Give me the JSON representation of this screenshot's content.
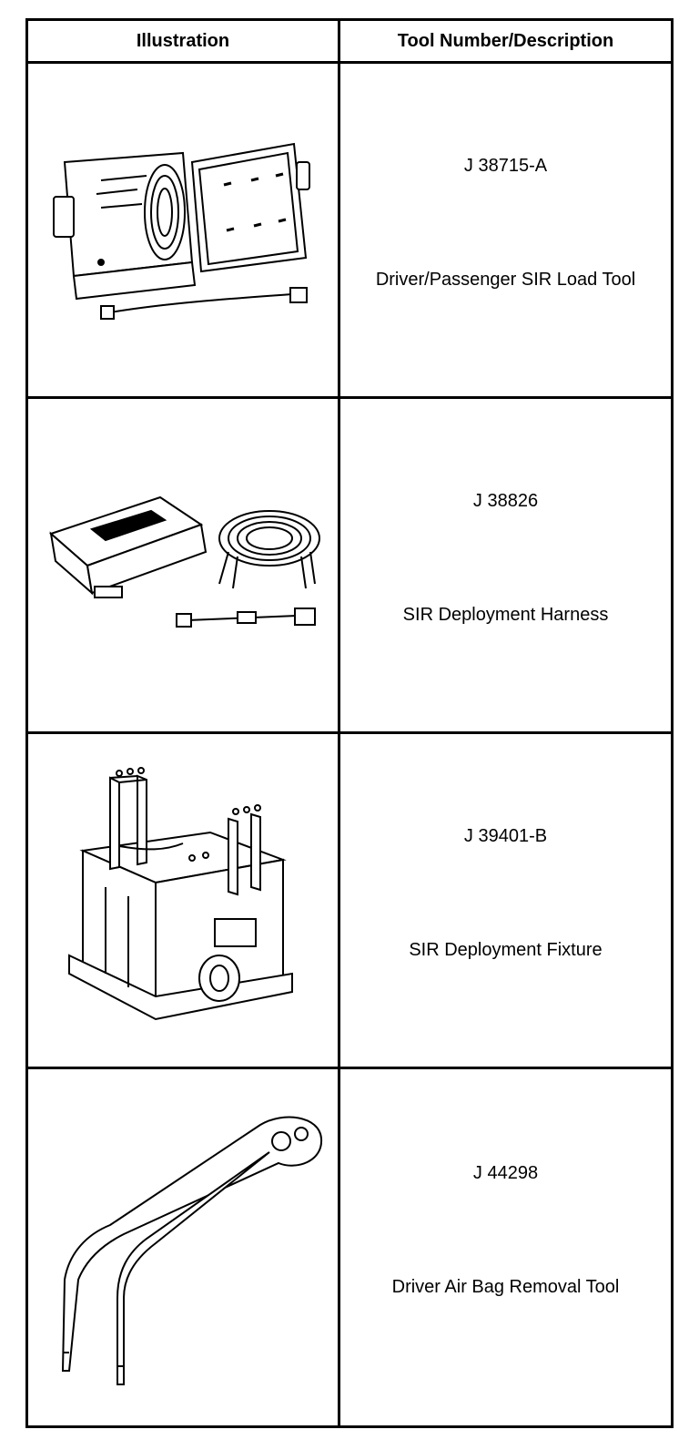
{
  "table": {
    "headers": {
      "illustration": "Illustration",
      "tool": "Tool Number/Description"
    },
    "rows": [
      {
        "number": "J 38715-A",
        "description": "Driver/Passenger SIR Load Tool",
        "icon": "sir-load-tool-case-icon"
      },
      {
        "number": "J 38826",
        "description": "SIR Deployment Harness",
        "icon": "deployment-harness-case-icon"
      },
      {
        "number": "J 39401-B",
        "description": "SIR Deployment Fixture",
        "icon": "deployment-fixture-icon"
      },
      {
        "number": "J 44298",
        "description": "Driver Air Bag Removal Tool",
        "icon": "air-bag-removal-tool-icon"
      }
    ]
  }
}
